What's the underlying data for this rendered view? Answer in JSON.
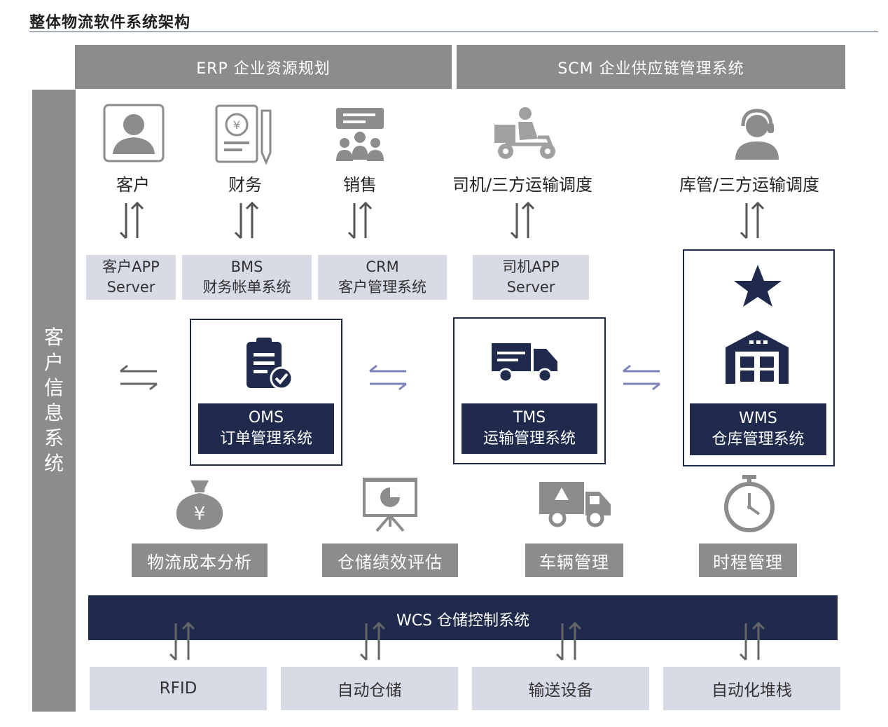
{
  "title": "整体物流软件系统架构",
  "erp_label": "ERP 企业资源规划",
  "scm_label": "SCM 企业供应链管理系统",
  "side_label": [
    "客",
    "户",
    "信",
    "息",
    "系",
    "统"
  ],
  "actors": [
    "客户",
    "财务",
    "销售",
    "司机/三方运输调度",
    "库管/三方运输调度"
  ],
  "service_boxes": [
    {
      "line1": "客户APP",
      "line2": "Server"
    },
    {
      "line1": "BMS",
      "line2": "财务帐单系统"
    },
    {
      "line1": "CRM",
      "line2": "客户管理系统"
    },
    {
      "line1": "司机APP",
      "line2": "Server"
    }
  ],
  "core_systems": [
    {
      "line1": "OMS",
      "line2": "订单管理系统",
      "icon": "clipboard-check-icon"
    },
    {
      "line1": "TMS",
      "line2": "运输管理系统",
      "icon": "truck-icon"
    },
    {
      "line1": "WMS",
      "line2": "仓库管理系统",
      "icon": "warehouse-icon"
    }
  ],
  "functions": [
    "物流成本分析",
    "仓储绩效评估",
    "车辆管理",
    "时程管理"
  ],
  "wcs_label": "WCS 仓储控制系统",
  "hardware": [
    "RFID",
    "自动仓储",
    "输送设备",
    "自动化堆栈"
  ],
  "colors": {
    "gray": "#8c8c8c",
    "navy": "#1f2a4d",
    "light": "#d8dbe6",
    "arrow_blue": "#7b83b8"
  }
}
